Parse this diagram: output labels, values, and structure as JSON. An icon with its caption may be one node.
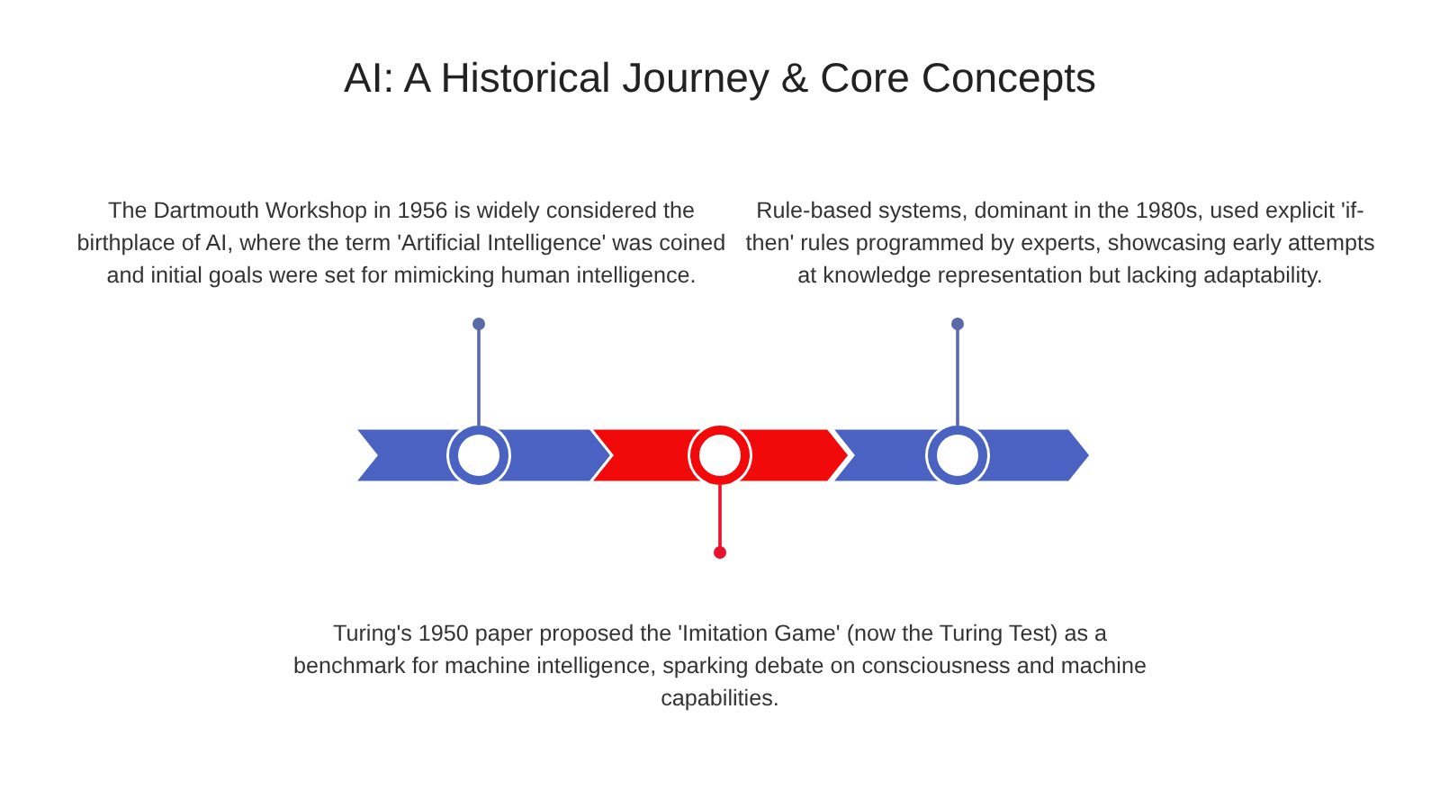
{
  "diagram": {
    "title": "AI: A Historical Journey & Core Concepts",
    "nodes": [
      {
        "text": [
          "The Dartmouth Workshop in 1956 is widely considered the birthplace of AI, where the term 'Artificial Intelligence' was coined and initial goals were set for mimicking human intelligence."
        ]
      },
      {
        "text": [
          "Rule-based systems, dominant in the 1980s, used explicit 'if-then' rules programmed by experts, showcasing early attempts at knowledge representation but lacking adaptability."
        ]
      },
      {
        "text": [
          "Turing's 1950 paper proposed the 'Imitation Game' (now the Turing Test) as a benchmark for machine intelligence, sparking debate on consciousness and machine capabilities."
        ]
      },
      {
        "text": [],
        "shape": "circle"
      },
      {
        "text": [],
        "shape": "circle"
      },
      {
        "text": [],
        "shape": "circle"
      }
    ],
    "edges": [
      {
        "from": 0,
        "to": 3,
        "arrow": "other"
      },
      {
        "from": 1,
        "to": 5,
        "arrow": "other"
      },
      {
        "from": 2,
        "to": 4,
        "arrow": "other",
        "color": "#e8102a"
      }
    ]
  }
}
